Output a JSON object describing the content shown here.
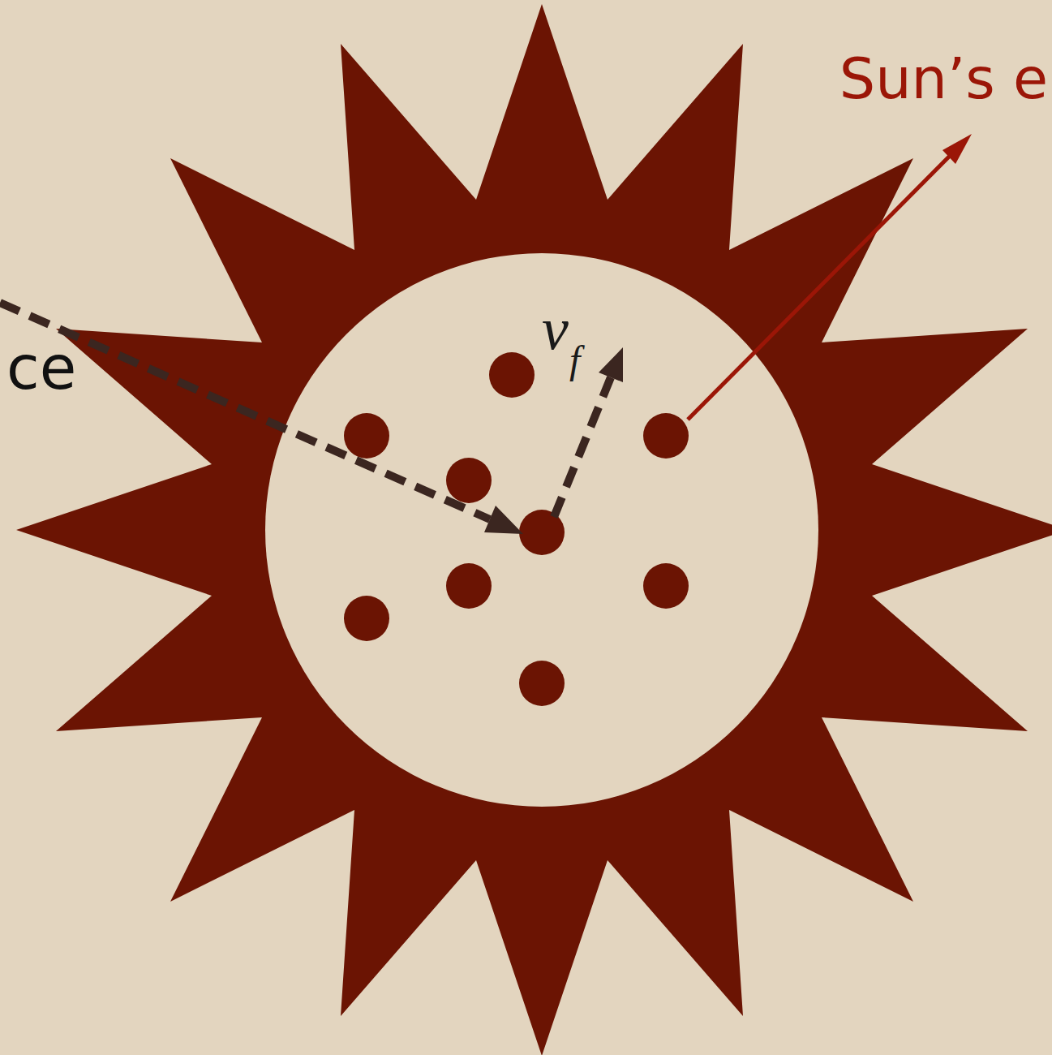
{
  "diagram": {
    "labels": [
      "Sun’s e",
      "ce",
      "v",
      "f"
    ]
  }
}
